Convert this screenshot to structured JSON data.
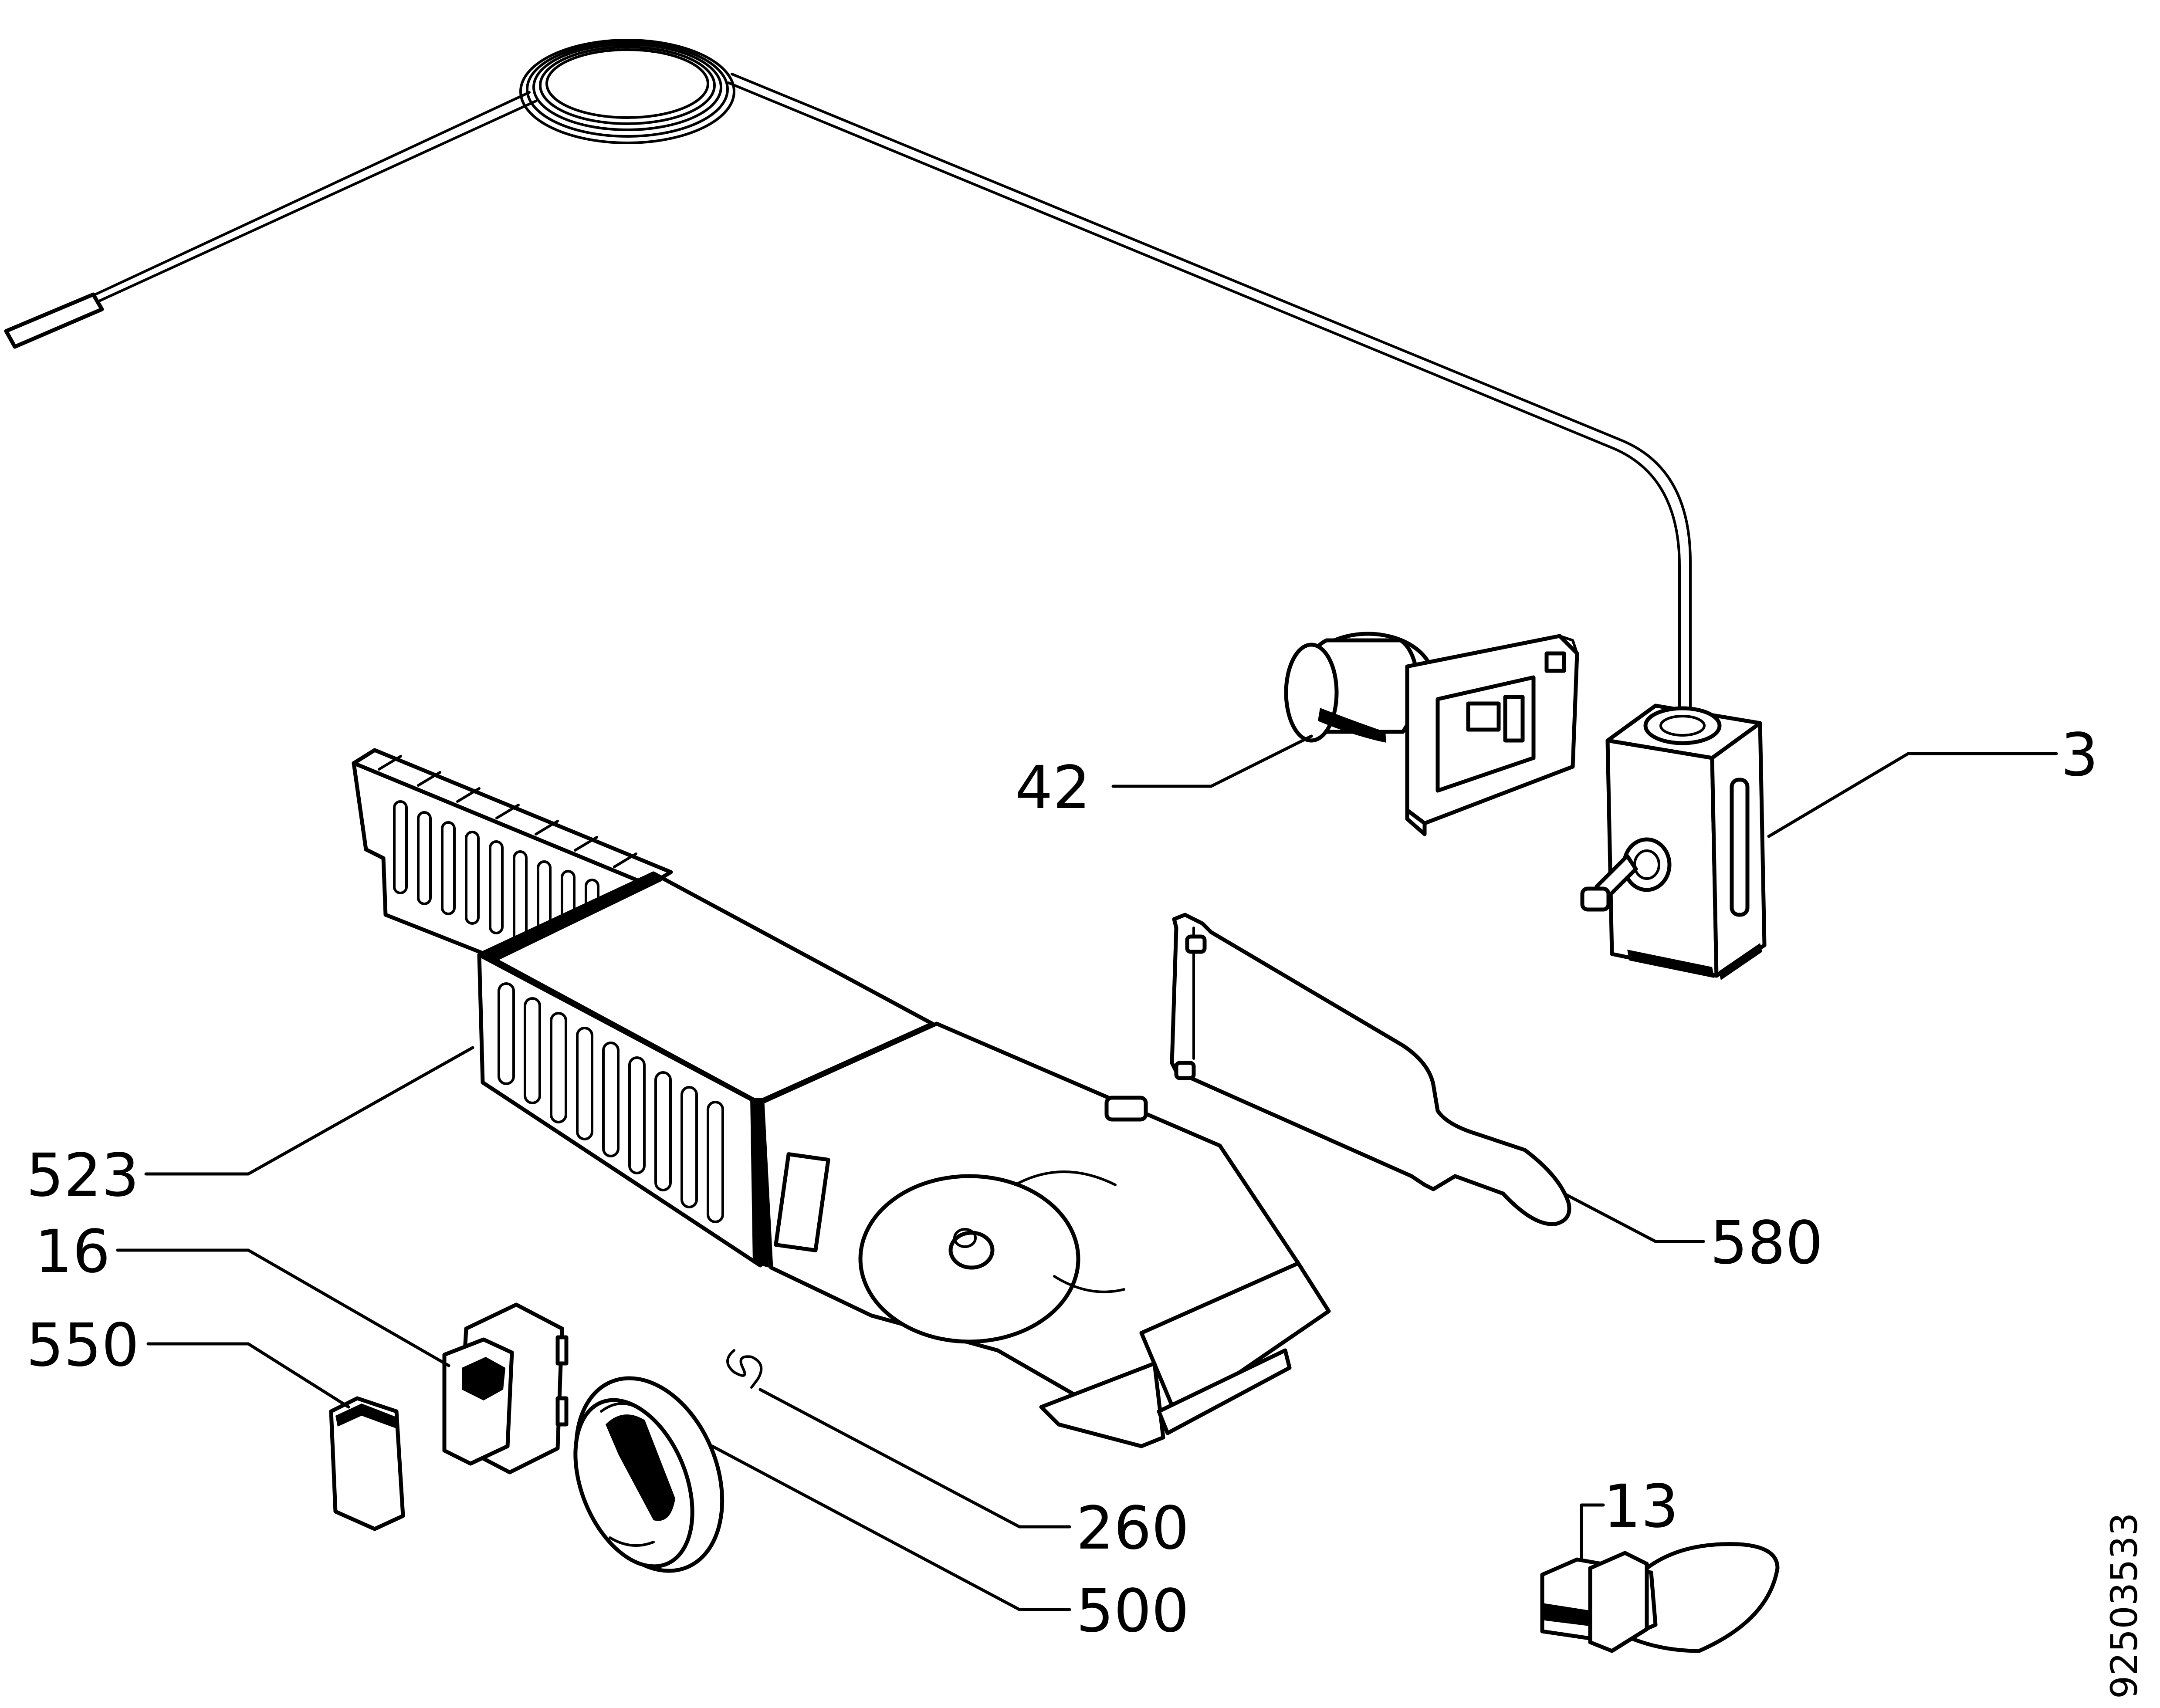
{
  "diagram": {
    "labels": {
      "p3": "3",
      "p13": "13",
      "p16": "16",
      "p42": "42",
      "p260": "260",
      "p500": "500",
      "p523": "523",
      "p550": "550",
      "p580": "580"
    },
    "document_id": "92503533"
  }
}
